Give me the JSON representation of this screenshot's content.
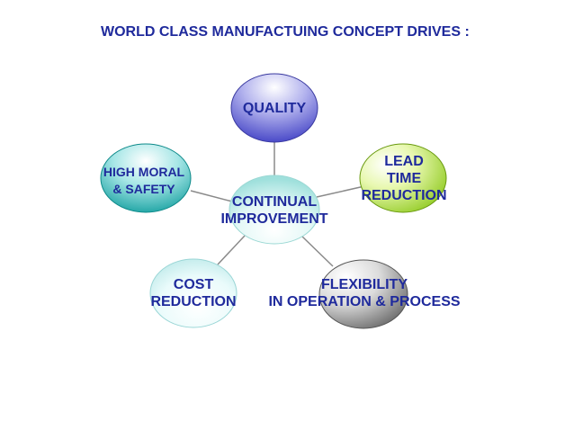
{
  "title": "WORLD CLASS MANUFACTUING CONCEPT DRIVES :",
  "center": {
    "lines": [
      "CONTINUAL",
      "IMPROVEMENT"
    ],
    "color": "#b9ece8"
  },
  "nodes": [
    {
      "id": "quality",
      "lines": [
        "QUALITY"
      ],
      "color": "#6b6bd6"
    },
    {
      "id": "lead-time",
      "lines": [
        "LEAD",
        "TIME",
        "REDUCTION"
      ],
      "color": "#b6e22a"
    },
    {
      "id": "flexibility",
      "lines": [
        "FLEXIBILITY",
        "IN OPERATION & PROCESS"
      ],
      "color": "#7a7a7a"
    },
    {
      "id": "cost",
      "lines": [
        "COST",
        "REDUCTION"
      ],
      "color": "#bfeeee"
    },
    {
      "id": "moral-safety",
      "lines": [
        "HIGH MORAL",
        "& SAFETY"
      ],
      "color": "#20b2b2"
    }
  ],
  "text_color": "#1f2a9c"
}
